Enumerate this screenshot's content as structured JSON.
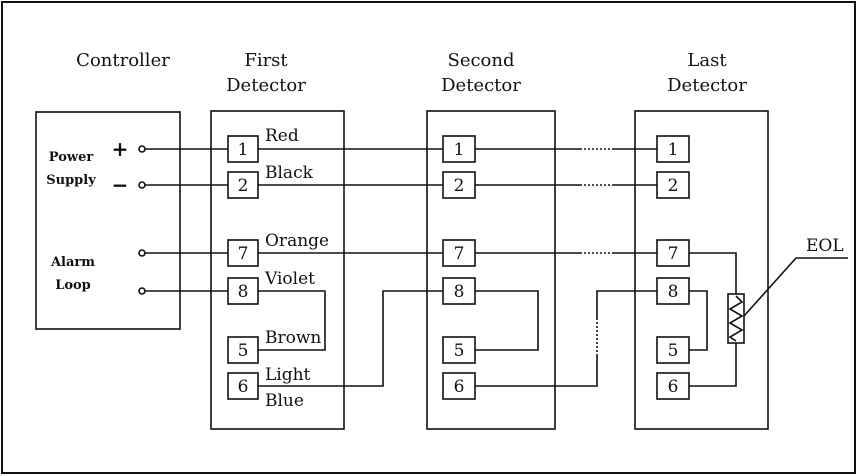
{
  "headings": {
    "controller": "Controller",
    "first_line1": "First",
    "first_line2": "Detector",
    "second_line1": "Second",
    "second_line2": "Detector",
    "last_line1": "Last",
    "last_line2": "Detector"
  },
  "controller": {
    "power_line1": "Power",
    "power_line2": "Supply",
    "plus": "+",
    "minus": "−",
    "alarm_line1": "Alarm",
    "alarm_line2": "Loop"
  },
  "terminals": {
    "t1": "1",
    "t2": "2",
    "t7": "7",
    "t8": "8",
    "t5": "5",
    "t6": "6"
  },
  "wires": {
    "red": "Red",
    "black": "Black",
    "orange": "Orange",
    "violet": "Violet",
    "brown": "Brown",
    "light": "Light",
    "blue": "Blue"
  },
  "eol": "EOL"
}
